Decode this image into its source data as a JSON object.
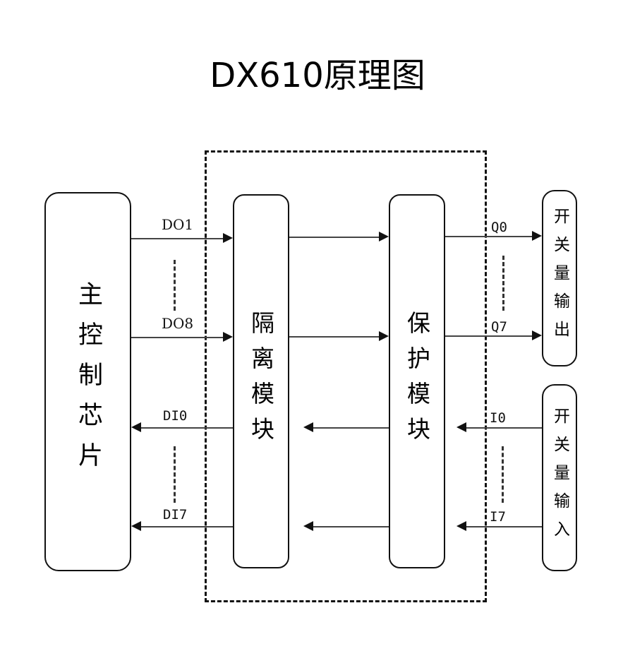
{
  "title": "DX610原理图",
  "colors": {
    "stroke": "#111111",
    "line": "#444444",
    "background": "#ffffff",
    "dashed_enclosure": "#111111"
  },
  "blocks": [
    {
      "id": "main-chip",
      "label": "主控制芯片",
      "role": "main-control-chip"
    },
    {
      "id": "isolation",
      "label": "隔离模块",
      "role": "isolation-module"
    },
    {
      "id": "protection",
      "label": "保护模块",
      "role": "protection-module"
    },
    {
      "id": "do-out",
      "label": "开关量输出",
      "role": "digital-output-terminal"
    },
    {
      "id": "di-in",
      "label": "开关量输入",
      "role": "digital-input-terminal"
    }
  ],
  "signals": {
    "do_first": "DO1",
    "do_last": "DO8",
    "di_first": "DI0",
    "di_last": "DI7",
    "q_first": "Q0",
    "q_last": "Q7",
    "i_first": "I0",
    "i_last": "I7"
  },
  "diagram_data": {
    "type": "block-diagram",
    "enclosure_note": "dashed boundary encloses isolation module and protection module",
    "flows": [
      {
        "from": "main-chip",
        "to": "isolation",
        "label": "DO1",
        "direction": "right"
      },
      {
        "from": "main-chip",
        "to": "isolation",
        "label": "DO8",
        "direction": "right"
      },
      {
        "from": "isolation",
        "to": "protection",
        "label": "",
        "direction": "right"
      },
      {
        "from": "isolation",
        "to": "protection",
        "label": "",
        "direction": "right"
      },
      {
        "from": "protection",
        "to": "do-out",
        "label": "Q0",
        "direction": "right"
      },
      {
        "from": "protection",
        "to": "do-out",
        "label": "Q7",
        "direction": "right"
      },
      {
        "from": "di-in",
        "to": "protection",
        "label": "I0",
        "direction": "left"
      },
      {
        "from": "di-in",
        "to": "protection",
        "label": "I7",
        "direction": "left"
      },
      {
        "from": "protection",
        "to": "isolation",
        "label": "",
        "direction": "left"
      },
      {
        "from": "protection",
        "to": "isolation",
        "label": "",
        "direction": "left"
      },
      {
        "from": "isolation",
        "to": "main-chip",
        "label": "DI0",
        "direction": "left"
      },
      {
        "from": "isolation",
        "to": "main-chip",
        "label": "DI7",
        "direction": "left"
      }
    ]
  }
}
